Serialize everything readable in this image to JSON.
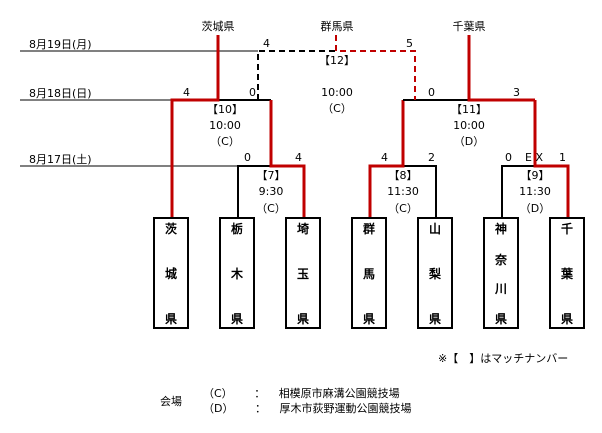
{
  "colors": {
    "winner_line": "#c00000",
    "line": "#000000",
    "background": "#ffffff"
  },
  "dates": [
    {
      "label": "8月19日(月)"
    },
    {
      "label": "8月18日(日)"
    },
    {
      "label": "8月17日(土)"
    }
  ],
  "top_labels": {
    "ibaraki": "茨城県",
    "gunma": "群馬県",
    "chiba": "千葉県"
  },
  "teams": [
    {
      "name": "茨城県",
      "chars": [
        "茨",
        "城",
        "県"
      ],
      "winner": true
    },
    {
      "name": "栃木県",
      "chars": [
        "栃",
        "木",
        "県"
      ],
      "winner": false
    },
    {
      "name": "埼玉県",
      "chars": [
        "埼",
        "玉",
        "県"
      ],
      "winner": true
    },
    {
      "name": "群馬県",
      "chars": [
        "群",
        "馬",
        "県"
      ],
      "winner": true
    },
    {
      "name": "山梨県",
      "chars": [
        "山",
        "梨",
        "県"
      ],
      "winner": false
    },
    {
      "name": "神奈川県",
      "chars": [
        "神",
        "奈",
        "川",
        "県"
      ],
      "winner": false
    },
    {
      "name": "千葉県",
      "chars": [
        "千",
        "葉",
        "県"
      ],
      "winner": true
    }
  ],
  "matches": {
    "m7": {
      "number": "【7】",
      "time": "9:30",
      "venue": "（C）",
      "left_score": "0",
      "right_score": "4"
    },
    "m8": {
      "number": "【8】",
      "time": "11:30",
      "venue": "（C）",
      "left_score": "4",
      "right_score": "2"
    },
    "m9": {
      "number": "【9】",
      "time": "11:30",
      "venue": "（D）",
      "left_score": "0",
      "right_score": "1",
      "note": "E X"
    },
    "m10": {
      "number": "【10】",
      "time": "10:00",
      "venue": "（C）",
      "left_score": "4",
      "right_score": "0"
    },
    "m11": {
      "number": "【11】",
      "time": "10:00",
      "venue": "（D）",
      "left_score": "0",
      "right_score": "3"
    },
    "m12": {
      "number": "【12】",
      "time": "10:00",
      "venue": "（C）",
      "left_score": "4",
      "right_score": "5"
    }
  },
  "footnote": "※【　】はマッチナンバー",
  "venue_legend": {
    "title": "会場",
    "entries": [
      {
        "code": "（C）",
        "sep": "：",
        "name": "相模原市麻溝公園競技場"
      },
      {
        "code": "（D）",
        "sep": "：",
        "name": "厚木市荻野運動公園競技場"
      }
    ]
  }
}
